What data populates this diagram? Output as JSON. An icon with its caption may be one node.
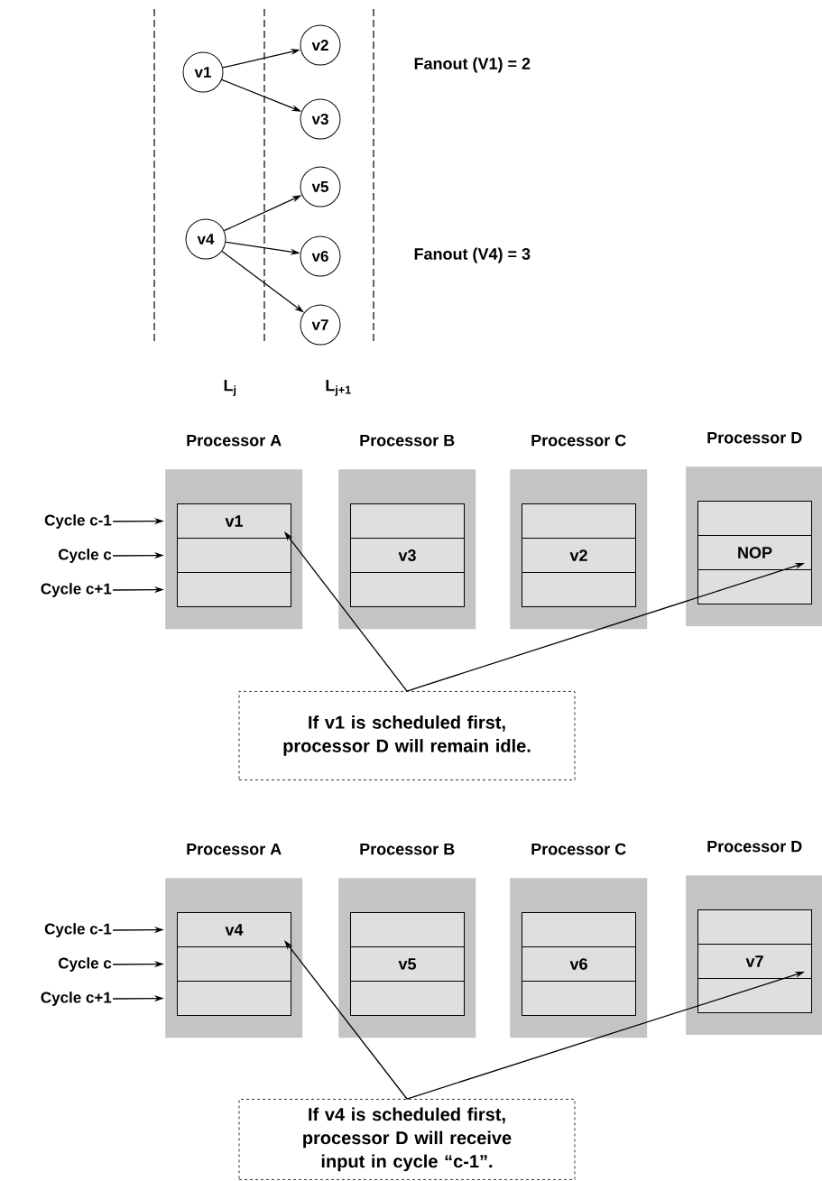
{
  "diagram": {
    "nodes": [
      {
        "text": [
          "v1"
        ]
      },
      {
        "text": [
          "v2"
        ]
      },
      {
        "text": [
          "v3"
        ]
      },
      {
        "text": [
          "v4"
        ]
      },
      {
        "text": [
          "v5"
        ]
      },
      {
        "text": [
          "v6"
        ]
      },
      {
        "text": [
          "v7"
        ]
      },
      {
        "text": [
          "Processor A"
        ]
      },
      {
        "text": [
          "v1"
        ],
        "in": 7
      },
      {
        "text": [],
        "shape": "box",
        "in": 7
      },
      {
        "text": [],
        "shape": "box",
        "in": 7
      },
      {
        "text": [
          "Processor B"
        ]
      },
      {
        "text": [],
        "shape": "box",
        "in": 11
      },
      {
        "text": [
          "v3"
        ],
        "in": 11
      },
      {
        "text": [],
        "shape": "box",
        "in": 11
      },
      {
        "text": [
          "Processor C"
        ]
      },
      {
        "text": [],
        "shape": "box",
        "in": 15
      },
      {
        "text": [
          "v2"
        ],
        "in": 15
      },
      {
        "text": [],
        "shape": "box",
        "in": 15
      },
      {
        "text": [
          "Processor D"
        ]
      },
      {
        "text": [],
        "shape": "box",
        "in": 19
      },
      {
        "text": [
          "NOP"
        ],
        "in": 19
      },
      {
        "text": [],
        "shape": "box",
        "in": 19
      },
      {
        "text": [
          "Cycle c-1"
        ]
      },
      {
        "text": [
          "Cycle c"
        ]
      },
      {
        "text": [
          "Cycle c+1"
        ]
      },
      {
        "text": [
          "If v1 is scheduled first, processor D will remain idle."
        ]
      },
      {
        "text": [
          "Processor A"
        ]
      },
      {
        "text": [
          "v4"
        ],
        "in": 27
      },
      {
        "text": [],
        "shape": "box",
        "in": 27
      },
      {
        "text": [],
        "shape": "box",
        "in": 27
      },
      {
        "text": [
          "Processor B"
        ]
      },
      {
        "text": [],
        "shape": "box",
        "in": 31
      },
      {
        "text": [
          "v5"
        ],
        "in": 31
      },
      {
        "text": [],
        "shape": "box",
        "in": 31
      },
      {
        "text": [
          "Processor C"
        ]
      },
      {
        "text": [],
        "shape": "box",
        "in": 35
      },
      {
        "text": [
          "v6"
        ],
        "in": 35
      },
      {
        "text": [],
        "shape": "box",
        "in": 35
      },
      {
        "text": [
          "Processor D"
        ]
      },
      {
        "text": [],
        "shape": "box",
        "in": 39
      },
      {
        "text": [
          "v7"
        ],
        "in": 39
      },
      {
        "text": [],
        "shape": "box",
        "in": 39
      },
      {
        "text": [
          "Cycle c-1"
        ]
      },
      {
        "text": [
          "Cycle c"
        ]
      },
      {
        "text": [
          "Cycle c+1"
        ]
      },
      {
        "text": [
          "If v4 is scheduled first, processor D will receive input in cycle “c-1”."
        ]
      }
    ],
    "edges": [
      {
        "from": 0,
        "to": 1,
        "arrow": "to"
      },
      {
        "from": 0,
        "to": 2,
        "arrow": "to"
      },
      {
        "from": 3,
        "to": 4,
        "arrow": "to"
      },
      {
        "from": 3,
        "to": 5,
        "arrow": "to"
      },
      {
        "from": 3,
        "to": 6,
        "arrow": "to"
      },
      {
        "from": 23,
        "to": 8,
        "arrow": "to"
      },
      {
        "from": 24,
        "to": 9,
        "arrow": "to"
      },
      {
        "from": 25,
        "to": 10,
        "arrow": "to"
      },
      {
        "from": 26,
        "to": 8,
        "arrow": "to"
      },
      {
        "from": 26,
        "to": 21,
        "arrow": "to"
      },
      {
        "from": 43,
        "to": 28,
        "arrow": "to"
      },
      {
        "from": 44,
        "to": 29,
        "arrow": "to"
      },
      {
        "from": 45,
        "to": 30,
        "arrow": "to"
      },
      {
        "from": 46,
        "to": 28,
        "arrow": "to"
      },
      {
        "from": 46,
        "to": 41,
        "arrow": "to"
      }
    ],
    "labels": [
      "Fanout (V1) = 2",
      "Fanout (V4) = 3",
      "L$_{j}$",
      "L$_{j+1}$"
    ]
  }
}
